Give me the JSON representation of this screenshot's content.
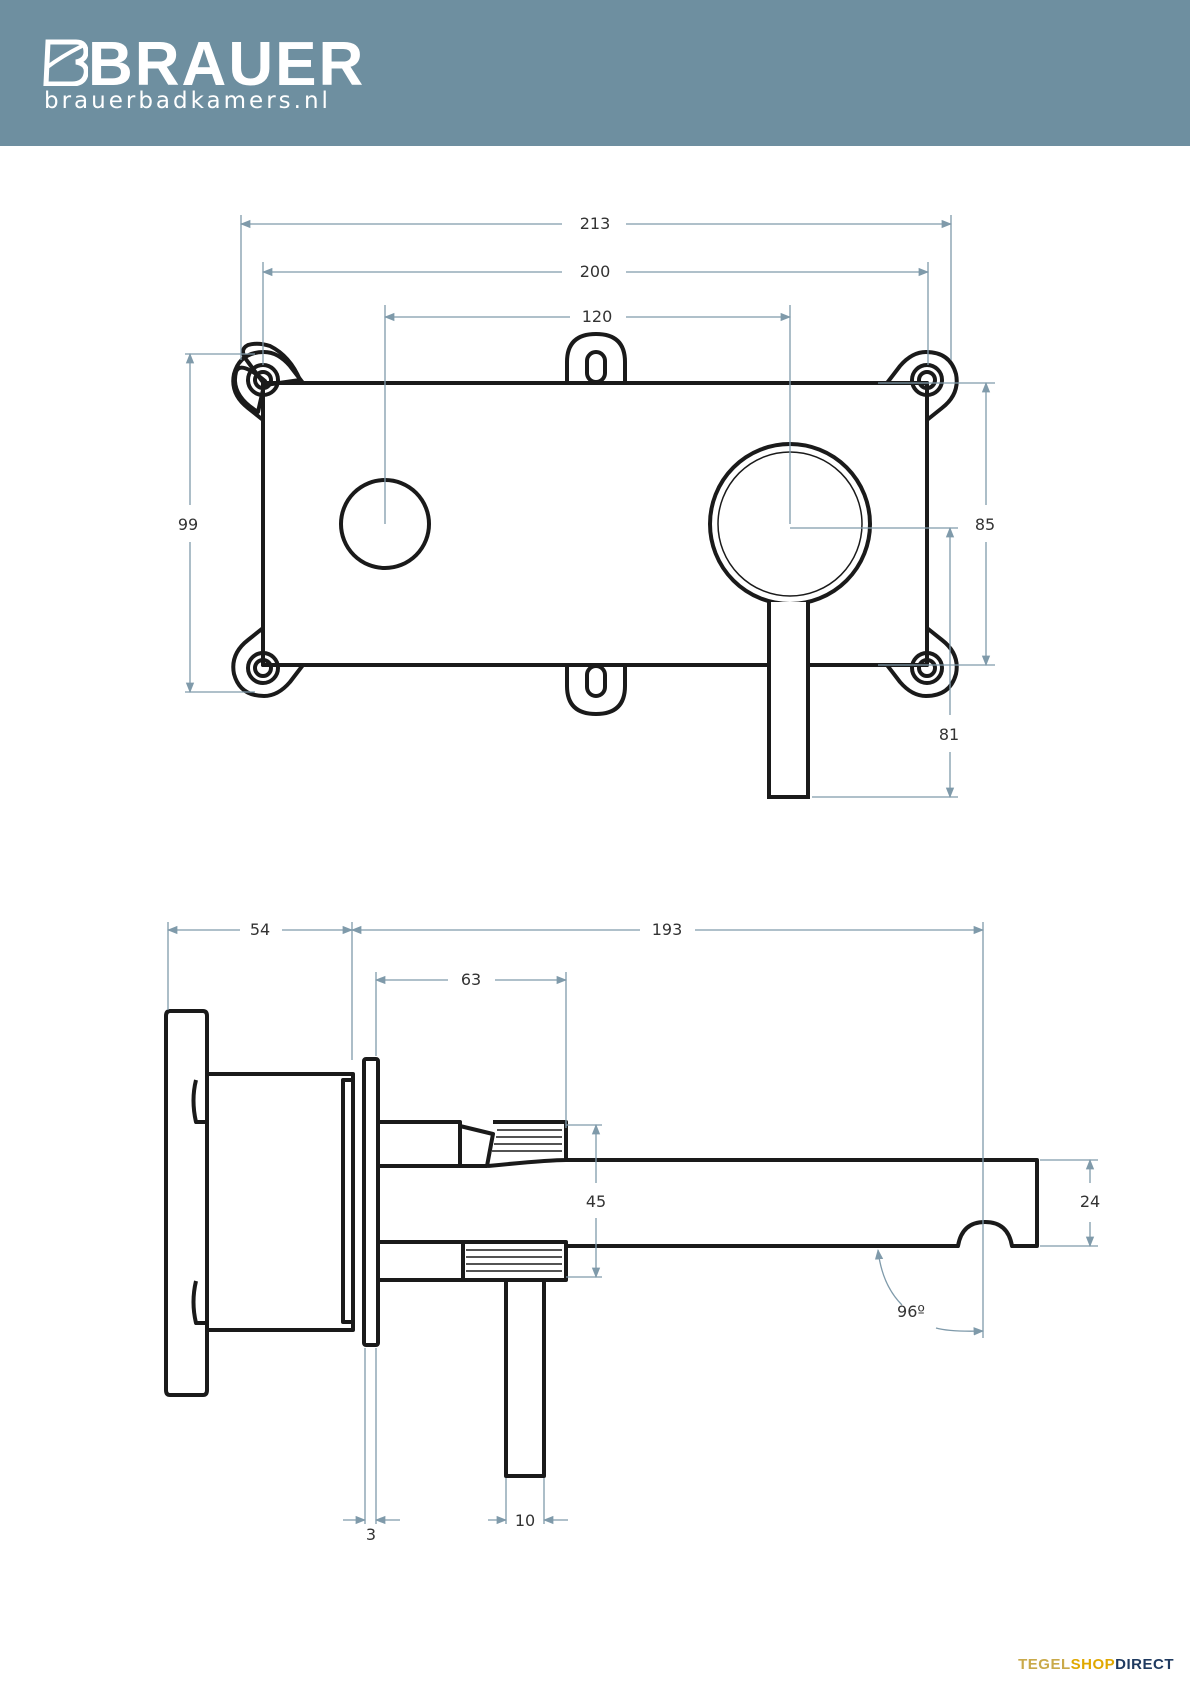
{
  "header": {
    "brand": "BRAUER",
    "website": "brauerbadkamers.nl",
    "background_color": "#6e8fa0"
  },
  "colors": {
    "outline": "#1a1a1a",
    "dimension_line": "#7f9aaa",
    "text": "#333333"
  },
  "front_view": {
    "dim_total_width": "213",
    "dim_plate_width": "200",
    "dim_center_distance": "120",
    "dim_total_height": "99",
    "dim_plate_height": "85",
    "dim_handle_length": "81"
  },
  "side_view": {
    "dim_box_depth": "54",
    "dim_projection": "193",
    "dim_spout_offset": "63",
    "dim_collar_height": "45",
    "dim_spout_height": "24",
    "dim_angle": "96º",
    "dim_plate_thickness": "3",
    "dim_handle_width": "10"
  },
  "footer": {
    "logo_part1": "TEGEL",
    "logo_part2": "SHOP",
    "logo_part3": "DIRECT",
    "color1": "#c9a94a",
    "color2": "#e0a800",
    "color3": "#1f3a60"
  }
}
